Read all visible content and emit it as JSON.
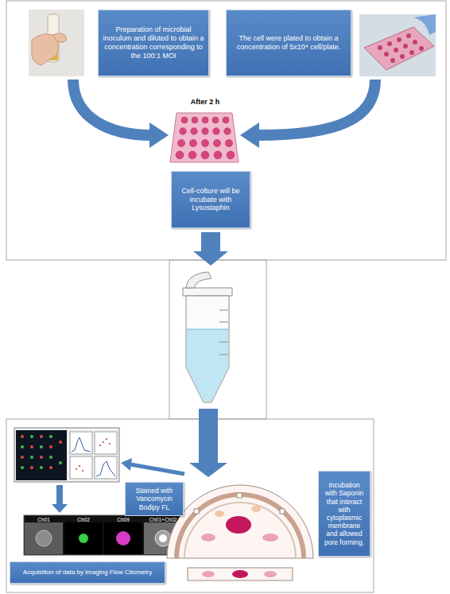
{
  "diagram": {
    "nodes": [
      {
        "text": [
          "Preparation of microbial inoculum and diluted to obtain a concentration corresponding to the 100:1 MOI"
        ]
      },
      {
        "text": [
          "The cell were plated to obtain a concentration of 5x10⁴ cell/plate."
        ]
      },
      {
        "text": [
          "Cell-colture will be incubate with Lysostaphin"
        ]
      },
      {
        "text": [
          "Incubation with Saponin that interact with cytoplasmic membrane and allowed pore forming."
        ]
      },
      {
        "text": [
          "Stained with Vancomycin Bodipy FL"
        ]
      },
      {
        "text": [
          "Acquisition of data by Imaging Flow Citometry"
        ]
      }
    ],
    "labels": [
      "After 2 h",
      "Ch01",
      "Ch02",
      "Ch09",
      "Ch01+Ch02"
    ]
  }
}
